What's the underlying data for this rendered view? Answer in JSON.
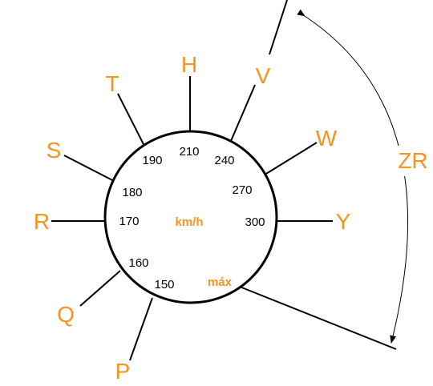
{
  "colors": {
    "accent": "#f7931e",
    "ink": "#000000"
  },
  "center_label": "km/h",
  "max_label": "máx",
  "range_label": "ZR",
  "speed_ratings": [
    {
      "letter": "P",
      "speed": "150"
    },
    {
      "letter": "Q",
      "speed": "160"
    },
    {
      "letter": "R",
      "speed": "170"
    },
    {
      "letter": "S",
      "speed": "180"
    },
    {
      "letter": "T",
      "speed": "190"
    },
    {
      "letter": "H",
      "speed": "210"
    },
    {
      "letter": "V",
      "speed": "240"
    },
    {
      "letter": "W",
      "speed": "270"
    },
    {
      "letter": "Y",
      "speed": "300"
    }
  ]
}
